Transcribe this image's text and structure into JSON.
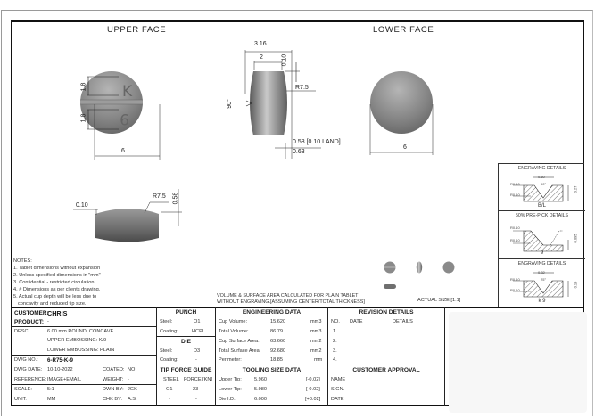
{
  "drawing": {
    "views": {
      "upper_face": {
        "title": "UPPER FACE",
        "embossing_top": "K",
        "embossing_bottom": "9",
        "dims": {
          "top_height": "1.8",
          "bottom_height": "1.8",
          "diameter": "6"
        }
      },
      "side_view": {
        "dims": {
          "overall_thickness": "3.16",
          "band": "2",
          "land_offset": "0.10",
          "radius": "R7.5",
          "angle": "90°",
          "cup_depth": "0.58 [0.10 LAND]",
          "cup_depth_total": "0.63"
        }
      },
      "lower_face": {
        "title": "LOWER FACE",
        "dims": {
          "diameter": "6"
        }
      },
      "edge_view": {
        "dims": {
          "land": "0.10",
          "radius": "R7.5",
          "cup_depth": "0.58"
        }
      }
    },
    "notes": {
      "title": "NOTES:",
      "items": [
        "1. Tablet dimensions without expansion",
        "2. Unless specified dimensions in \"mm\"",
        "3. Confidential - restricted circulation",
        "4. # Dimensions as per clients drawing.",
        "5. Actual cup depth will be less due to",
        "    concavity and reduced tip size."
      ]
    },
    "volume_note": {
      "line1": "VOLUME & SURFACE  AREA CALCULATED FOR PLAIN TABLET",
      "line2": "WITHOUT ENGRAVING.[ASSUMING CENTER/TOTAL THICKNESS]"
    },
    "actual_size_label": "ACTUAL SIZE [1:1]",
    "engraving_details": [
      {
        "title": "ENGRAVING DETAILS",
        "width": "0.60",
        "angle": "90°",
        "r_top": "R0.10",
        "r_bottom": "R0.10",
        "depth": "0.27",
        "caption": "B/L"
      },
      {
        "title": "50% PRE-PICK DETAILS",
        "r_top": "R0.10",
        "r_bottom": "R0.10",
        "depth": "0.095",
        "caption": "9"
      },
      {
        "title": "ENGRAVING DETAILS",
        "width": "0.32",
        "angle": "25°",
        "r_top": "R0.10",
        "r_bottom": "R0.10",
        "depth": "0.19",
        "caption": "k 9"
      }
    ]
  },
  "title_block": {
    "customer": {
      "label": "CUSTOMER:",
      "value": "CHRIS"
    },
    "product": {
      "label": "PRODUCT:",
      "value": "-"
    },
    "desc": {
      "label": "DESC:",
      "lines": [
        "6.00 mm ROUND, CONCAVE",
        "UPPER EMBOSSING: K/9",
        "LOWER EMBOSSING: PLAIN"
      ]
    },
    "dwg_no": {
      "label": "DWG NO.:",
      "value": "6-R75-K-9"
    },
    "dwg_date": {
      "label": "DWG DATE:",
      "value": "10-10-2022"
    },
    "coated": {
      "label": "COATED:",
      "value": "NO"
    },
    "reference": {
      "label": "REFERENCE:",
      "value": "IMAGE+EMAIL"
    },
    "weight": {
      "label": "WEIGHT:",
      "value": "-"
    },
    "scale": {
      "label": "SCALE:",
      "value": "5:1"
    },
    "dwn_by": {
      "label": "DWN BY:",
      "value": "JGK"
    },
    "unit": {
      "label": "UNIT:",
      "value": "MM"
    },
    "chk_by": {
      "label": "CHK BY:",
      "value": "A.S."
    },
    "punch": {
      "title": "PUNCH",
      "steel_label": "Steel:",
      "steel": "O1",
      "coating_label": "Coating:",
      "coating": "HCPL"
    },
    "die": {
      "title": "DIE",
      "steel_label": "Steel:",
      "steel": "D3",
      "coating_label": "Coating:",
      "coating": "-"
    },
    "tip_force": {
      "title": "TIP FORCE GUIDE",
      "col_steel": "STEEL",
      "col_force": "FORCE [KN]",
      "rows": [
        {
          "steel": "O1",
          "force": "23"
        },
        {
          "steel": "-",
          "force": "-"
        }
      ]
    },
    "engineering": {
      "title": "ENGINEERING DATA",
      "rows": [
        {
          "label": "Cup Volume:",
          "value": "15.620",
          "unit": "mm3"
        },
        {
          "label": "Total Volume:",
          "value": "86.79",
          "unit": "mm3"
        },
        {
          "label": "Cup Surface Area:",
          "value": "63.660",
          "unit": "mm2"
        },
        {
          "label": "Total Surface Area:",
          "value": "92.680",
          "unit": "mm2"
        },
        {
          "label": "Perimeter:",
          "value": "18.85",
          "unit": "mm"
        }
      ]
    },
    "tooling": {
      "title": "TOOLING SIZE DATA",
      "rows": [
        {
          "label": "Upper Tip:",
          "value": "5.960",
          "tol": "[-0.02]"
        },
        {
          "label": "Lower Tip:",
          "value": "5.980",
          "tol": "[-0.02]"
        },
        {
          "label": "Die I.D.:",
          "value": "6.000",
          "tol": "[+0.02]"
        }
      ]
    },
    "revision": {
      "title": "REVISION DETAILS",
      "col_no": "NO.",
      "col_date": "DATE",
      "col_details": "DETAILS",
      "rows": [
        "1.",
        "2.",
        "3.",
        "4."
      ]
    },
    "approval": {
      "title": "CUSTOMER APPROVAL",
      "name": "NAME",
      "sign": "SIGN.",
      "date": "DATE"
    }
  }
}
